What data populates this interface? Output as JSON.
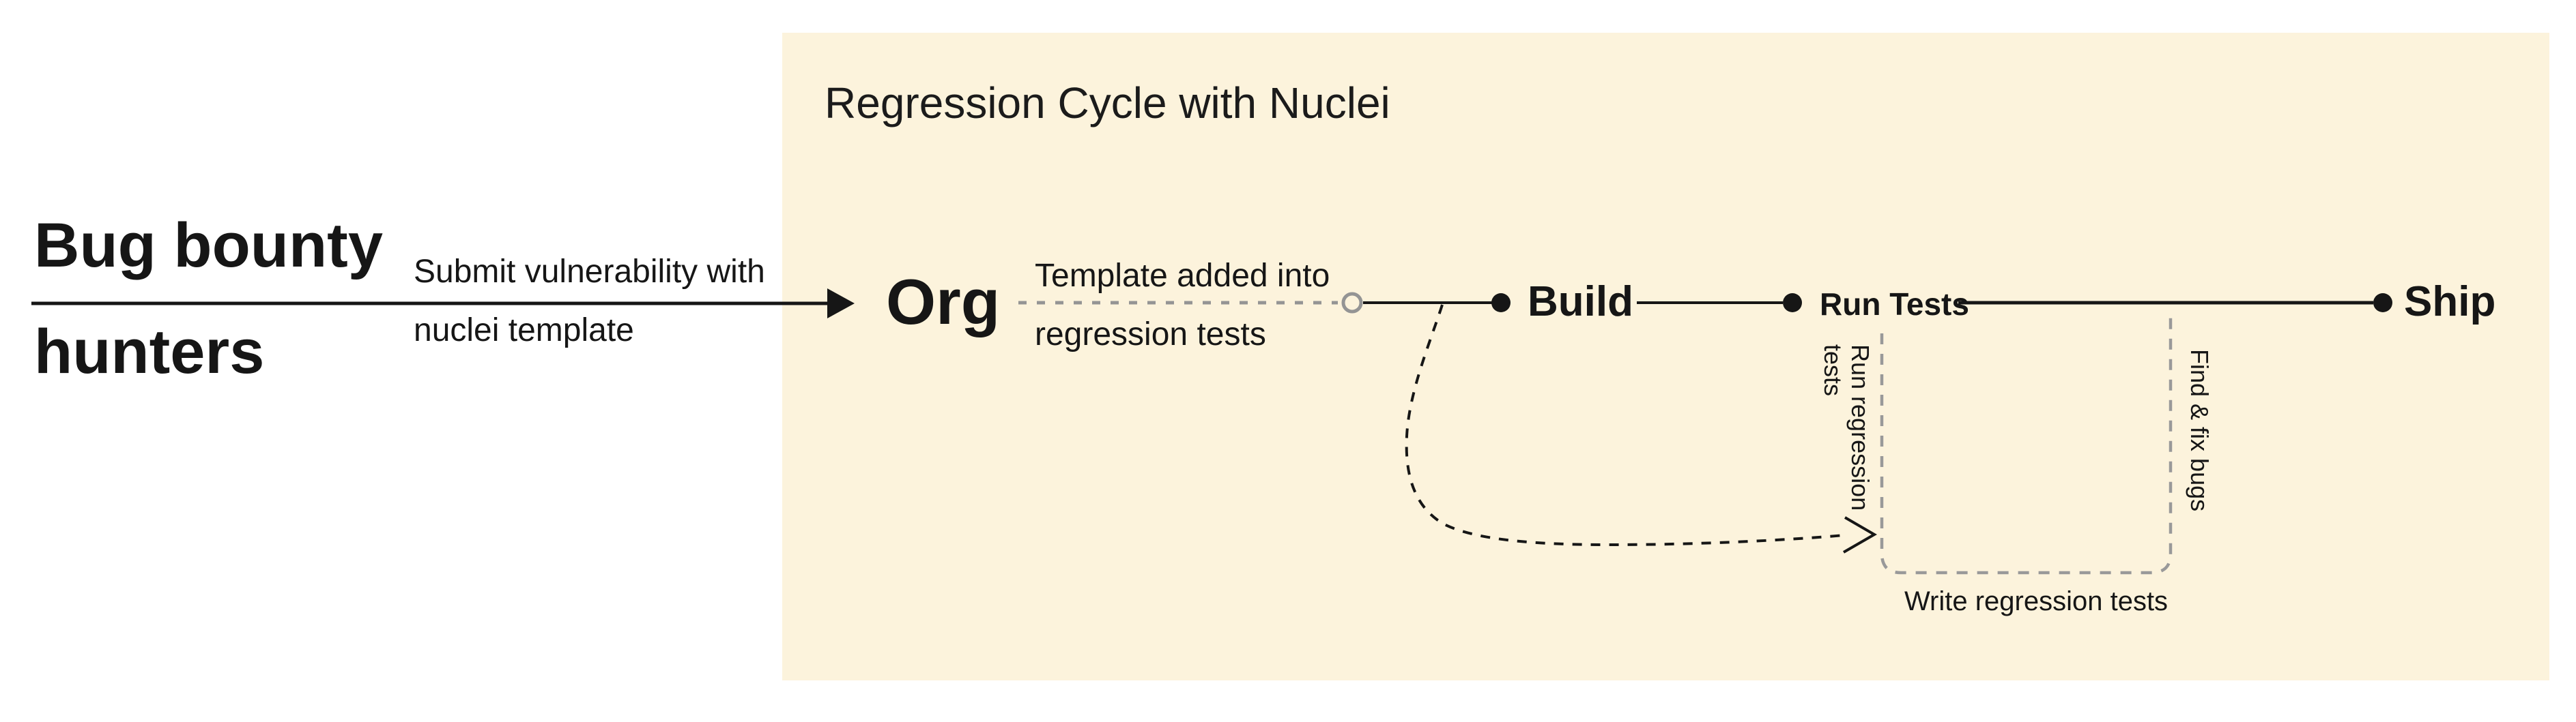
{
  "colors": {
    "panel_background": "#FCF3DC",
    "ink": "#161616",
    "dashed_gray": "#949494"
  },
  "left_flow": {
    "actor_line1": "Bug bounty",
    "actor_line2": "hunters",
    "arrow_label_line1": "Submit vulnerability with",
    "arrow_label_line2": "nuclei template"
  },
  "panel": {
    "title": "Regression Cycle with Nuclei",
    "nodes": [
      {
        "label": "Org"
      },
      {
        "label": "Build"
      },
      {
        "label": "Run Tests"
      },
      {
        "label": "Ship"
      }
    ],
    "edge_label_line1": "Template added into",
    "edge_label_line2": "regression tests",
    "loop": {
      "run_label_line1": "Run regression",
      "run_label_line2": "tests",
      "find_label": "Find & fix bugs",
      "write_label": "Write regression tests"
    }
  },
  "icons": {
    "solid_arrowhead": "filled right-pointing triangle",
    "open_arrowhead": "open chevron pointing right",
    "open_node": "open circle",
    "filled_node": "filled circle"
  }
}
